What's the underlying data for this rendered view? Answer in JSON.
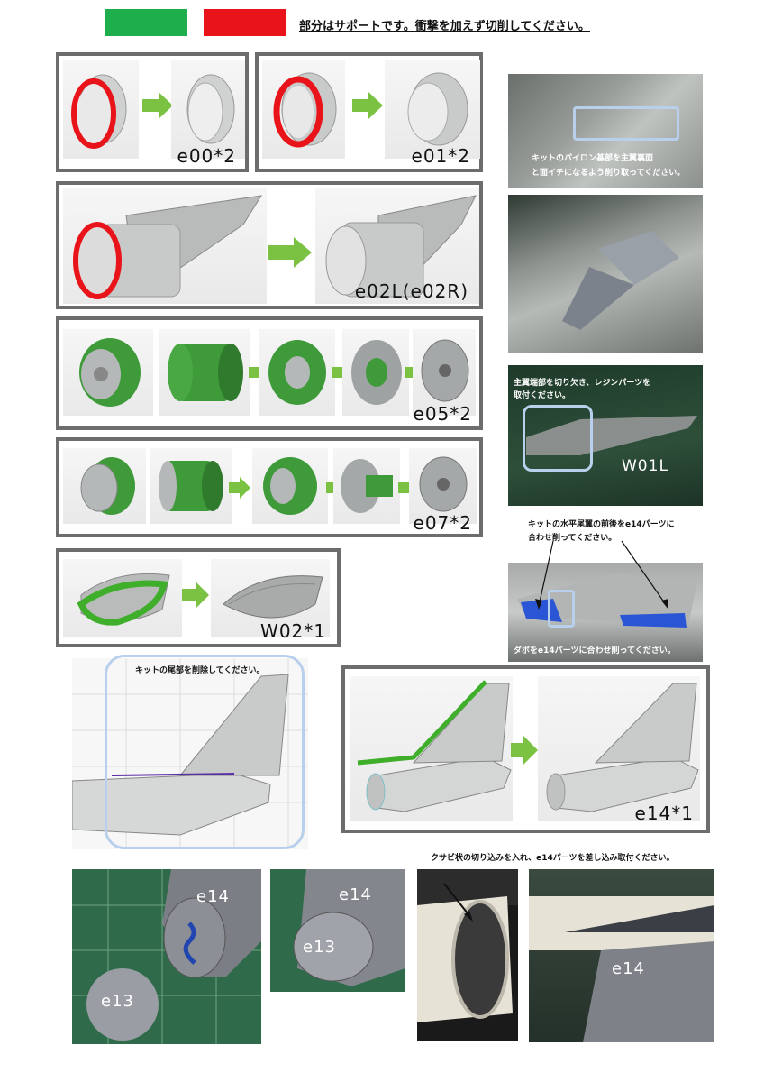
{
  "header": {
    "support_color_green": "#1fae4c",
    "support_color_red": "#e8141a",
    "note": "部分はサポートです。衝撃を加えず切削してください。"
  },
  "parts": {
    "e00": "e00*2",
    "e01": "e01*2",
    "e02": "e02L(e02R)",
    "e05": "e05*2",
    "e07": "e07*2",
    "w02": "W02*1",
    "e14": "e14*1"
  },
  "photos": {
    "pylon_note_line1": "キットのパイロン基部を主翼裏面",
    "pylon_note_line2": "と面イチになるよう削り取ってください。",
    "wingtip_note_line1": "主翼端部を切り欠き、レジンパーツを",
    "wingtip_note_line2": "取付ください。",
    "wingtip_label": "W01L",
    "stab_note_line1": "キットの水平尾翼の前後をe14パーツに",
    "stab_note_line2": "合わせ削ってください。",
    "dowel_note": "ダボをe14パーツに合わせ削ってください。",
    "tail_cut_note": "キットの尾部を削除してください。",
    "slot_note": "クサビ状の切り込みを入れ、e14パーツを差し込み取付ください。",
    "photo1_e14": "e14",
    "photo1_e13": "e13",
    "photo2_e14": "e14",
    "photo2_e13": "e13",
    "photo4_e14": "e14"
  },
  "colors": {
    "support_green": "#3f9a3a",
    "cad_grey": "#c4c6c6",
    "frame_grey": "#6d6d6d",
    "highlight_blue": "#b8d0ec",
    "cutting_mat": "#2f6b4a"
  }
}
